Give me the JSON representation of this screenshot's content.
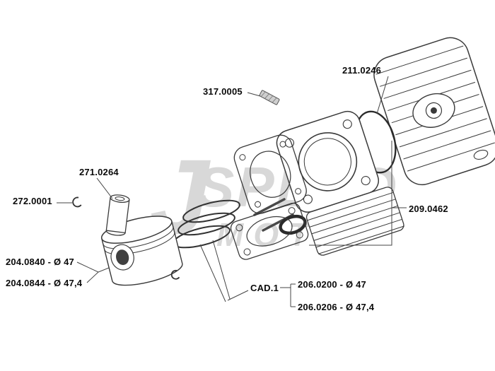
{
  "diagram": {
    "labels": {
      "oring": "211.0246",
      "dowel": "317.0005",
      "wrist_pin": "271.0264",
      "circlip": "272.0001",
      "piston_47": "204.0840 - Ø 47",
      "piston_474": "204.0844 - Ø 47,4",
      "gasket_set": "209.0462",
      "cad": "CAD.1",
      "rings_47": "206.0200 - Ø 47",
      "rings_474": "206.0206 - Ø 47,4"
    },
    "watermark": {
      "big": "J",
      "line1": "SPEED",
      "line2": "MOTO"
    },
    "colors": {
      "line": "#3a3a3a",
      "dark_fill": "#404040",
      "watermark": "#d6d6d6",
      "background": "#ffffff"
    }
  }
}
